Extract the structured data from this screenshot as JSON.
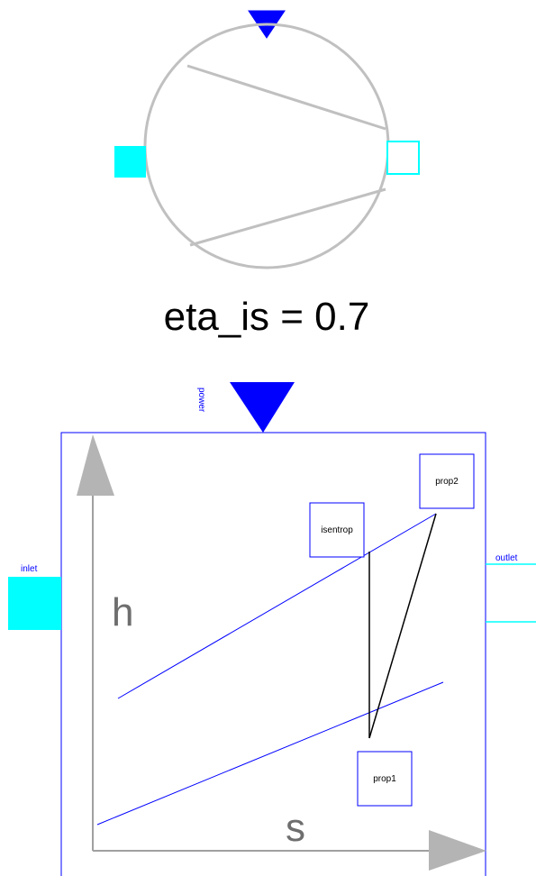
{
  "icon": {
    "parameter_label": "eta_is = 0.7",
    "colors": {
      "casing": "#c0c0c0",
      "port_fill": "#00ffff",
      "port_outline": "#00ffff",
      "power_triangle": "#0000ff"
    }
  },
  "diagram": {
    "connectors": {
      "power": "power",
      "inlet": "inlet",
      "outlet": "outlet"
    },
    "axes": {
      "y_label": "h",
      "x_label": "s"
    },
    "state_boxes": {
      "isentrop": "isentrop",
      "prop2": "prop2",
      "prop1": "prop1"
    },
    "colors": {
      "frame": "#0000ff",
      "axis": "#a0a0a0",
      "isobar": "#0000ff",
      "process": "#000000",
      "port": "#00ffff"
    }
  }
}
